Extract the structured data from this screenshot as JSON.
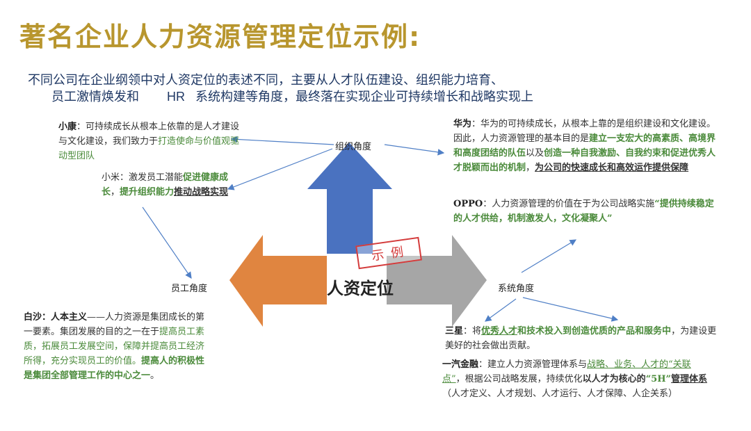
{
  "title": "著名企业人力资源管理定位示例:",
  "subtitle": {
    "line1": "不同公司在企业纲领中对人资定位的表述不同，主要从人才队伍建设、组织能力培育、",
    "line2a": "员工激情焕发和",
    "line2b": "HR",
    "line2c": "系统构建等角度，最终落在实现企业可持续增长和战略实现上"
  },
  "center": {
    "label": "人资定位",
    "stamp": "示例"
  },
  "nodes": {
    "org": "组织角度",
    "emp": "员工角度",
    "sys": "系统角度"
  },
  "xiaokang": {
    "name": "小康",
    "t1": "：可持续成长从根本上依靠的是人才建设与文化建设，我们致力于",
    "t2": "打造使命与价值观驱动型团队"
  },
  "xiaomi": {
    "t1": "小米：激发员工潜能",
    "t2": "促进健康成长",
    "t3": "，",
    "t4": "提升组织能力",
    "t5": "推动战略实现"
  },
  "huawei": {
    "name": "华为",
    "t1": "：华为的可持续成长，从根本上靠的是组织建设和文化建设。因此，人力资源管理的基本目的是",
    "t2": "建立一支宏大的高素质、高境界和高度团结的队伍",
    "t3": "以及",
    "t4": "创造一种自我激励、自我约束和促进优秀人才脱颖而出的机制",
    "t5": "，",
    "t6": "为公司的快速成长和高效运作提供保障"
  },
  "oppo": {
    "name": "OPPO",
    "t1": "：人力资源管理的价值在于为公司战略实施",
    "t2": "“提供持续稳定的人才供给，机制激发人，文化凝聚人”"
  },
  "baisha": {
    "name": "白沙：人本主义",
    "t1": "——人力资源是集团成长的第一要素。集团发展的目的之一在于",
    "t2": "提高员工素质，拓展员工发展空间，保障并提高员工经济所得，充分实现员工的价值。",
    "t3": "提高人的积极性是集团全部管理工作的中心之一",
    "t4": "。"
  },
  "samsung": {
    "name": "三星",
    "t1": "：将",
    "t2": "优秀人才",
    "t3": "和技术投入到创造优质的产品和服务中",
    "t4": "，为建设更美好的社会做出贡献。"
  },
  "faw": {
    "name": "一汽金融",
    "t1": "：建立人力资源管理体系与",
    "t2": "战略、业务、人才的“关联点”",
    "t3": "，根据公司战略发展，持续优化",
    "t4": "以人才为核心的",
    "t5": "“5H”",
    "t6": "管理体系",
    "t7": "（人才定义、人才规划、人才运行、人才保障、人企关系）"
  },
  "colors": {
    "title": "#b8962e",
    "subtitle": "#1f3864",
    "green": "#4a8a3a",
    "up_arrow": "#4a72c0",
    "left_arrow": "#e08540",
    "right_arrow": "#a6a6a6",
    "connector": "#4f7fc6",
    "stamp": "#d43b3b"
  }
}
